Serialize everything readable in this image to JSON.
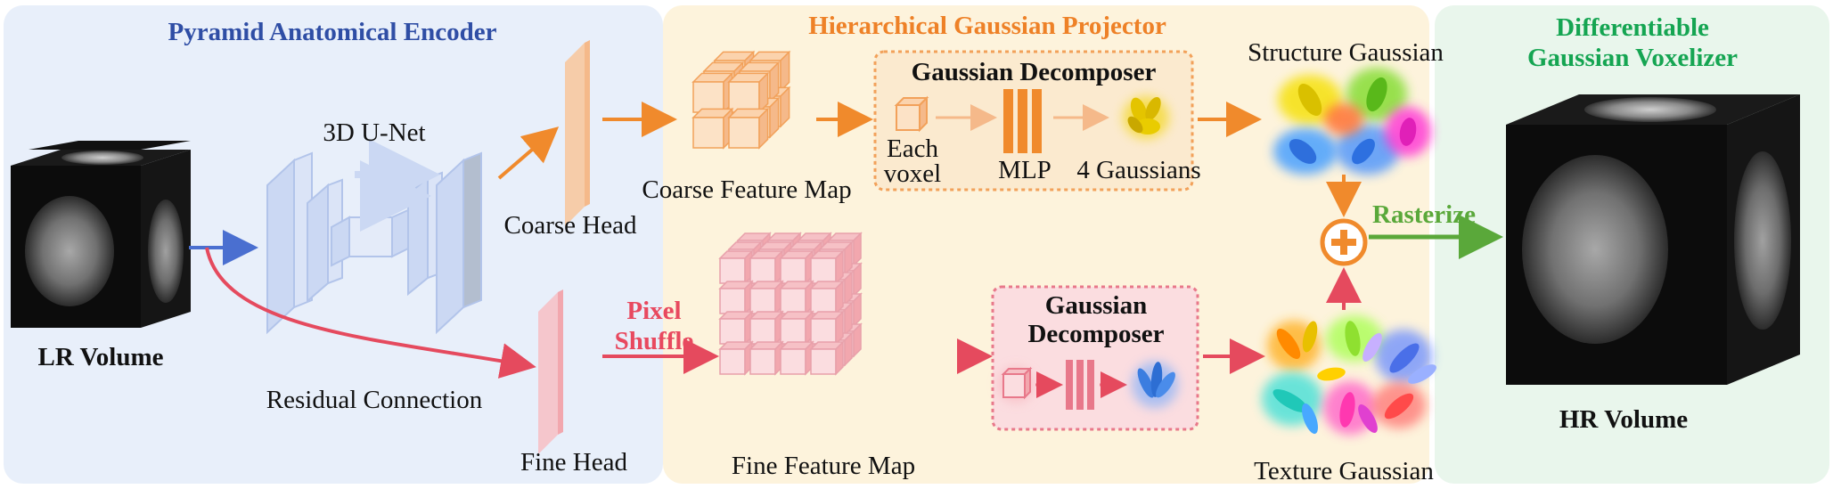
{
  "panels": {
    "encoder_title": "Pyramid Anatomical Encoder",
    "projector_title": "Hierarchical Gaussian Projector",
    "voxelizer_title_line1": "Differentiable",
    "voxelizer_title_line2": "Gaussian Voxelizer"
  },
  "labels": {
    "lr_volume": "LR Volume",
    "unet": "3D U-Net",
    "coarse_head": "Coarse Head",
    "fine_head": "Fine Head",
    "residual": "Residual Connection",
    "pixel_shuffle_1": "Pixel",
    "pixel_shuffle_2": "Shuffle",
    "coarse_map": "Coarse Feature Map",
    "fine_map": "Fine Feature Map",
    "decomposer_top": "Gaussian Decomposer",
    "each_voxel_1": "Each",
    "each_voxel_2": "voxel",
    "mlp": "MLP",
    "four_gaussians": "4 Gaussians",
    "decomposer_bottom_1": "Gaussian",
    "decomposer_bottom_2": "Decomposer",
    "structure_gaussian": "Structure Gaussian",
    "texture_gaussian": "Texture Gaussian",
    "rasterize": "Rasterize",
    "hr_volume": "HR Volume"
  },
  "colors": {
    "blue": "#4a6fd0",
    "orange": "#f08a2c",
    "red": "#e54a5e",
    "green": "#5aa83a",
    "panel_blue": "#e8effa",
    "panel_yellow": "#fdf3dc",
    "panel_green": "#e9f6ec"
  }
}
